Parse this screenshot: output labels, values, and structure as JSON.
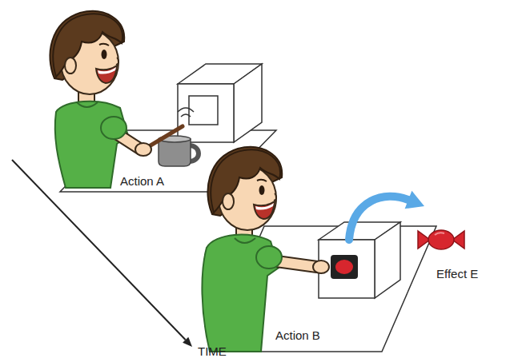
{
  "diagram": {
    "nodes": [
      {
        "text": [
          "Action A"
        ]
      },
      {
        "text": [
          "Action B"
        ]
      }
    ],
    "labels": [
      "Effect E",
      "TIME"
    ]
  }
}
